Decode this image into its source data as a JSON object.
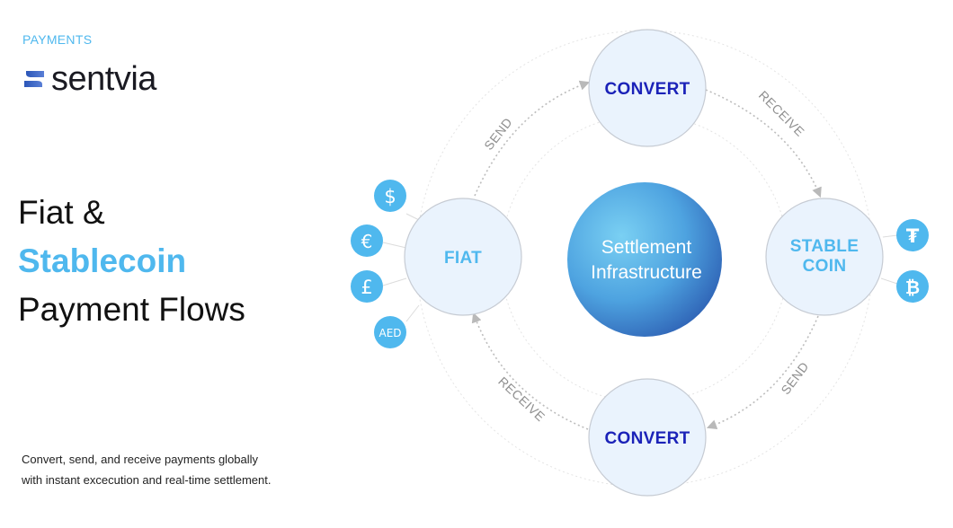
{
  "brand": {
    "eyebrow": "PAYMENTS",
    "logo_text": "sentvia"
  },
  "headline": {
    "line1": "Fiat &",
    "line2_accent": "Stablecoin",
    "line3": "Payment Flows"
  },
  "footnote": {
    "line1": "Convert, send, and receive payments globally",
    "line2": "with instant excecution and real-time settlement."
  },
  "diagram": {
    "center": {
      "line1": "Settlement",
      "line2": "Infrastructure"
    },
    "nodes": {
      "convert_top": "CONVERT",
      "fiat": "FIAT",
      "stablecoin_line1": "STABLE",
      "stablecoin_line2": "COIN",
      "convert_bottom": "CONVERT"
    },
    "flows": {
      "fiat_to_convert": "SEND",
      "convert_to_stablecoin": "RECEIVE",
      "stablecoin_to_convert": "SEND",
      "convert_to_fiat": "RECEIVE"
    },
    "fiat_currencies": [
      {
        "glyph": "$",
        "icon": "dollar-icon"
      },
      {
        "glyph": "€",
        "icon": "euro-icon"
      },
      {
        "glyph": "£",
        "icon": "pound-icon"
      },
      {
        "glyph": "AED",
        "icon": "aed-icon"
      }
    ],
    "crypto_currencies": [
      {
        "glyph": "₮",
        "icon": "tether-icon"
      },
      {
        "glyph": "₿",
        "icon": "bitcoin-icon"
      }
    ]
  },
  "colors": {
    "accent": "#4fb8ee",
    "node_fill": "#eaf3fd",
    "node_stroke": "#c6cbd3",
    "convert_text": "#1b22b8",
    "fiat_text": "#4fb8ee",
    "center_gradient_inner": "#64c6f0",
    "center_gradient_outer": "#2f66b8"
  }
}
